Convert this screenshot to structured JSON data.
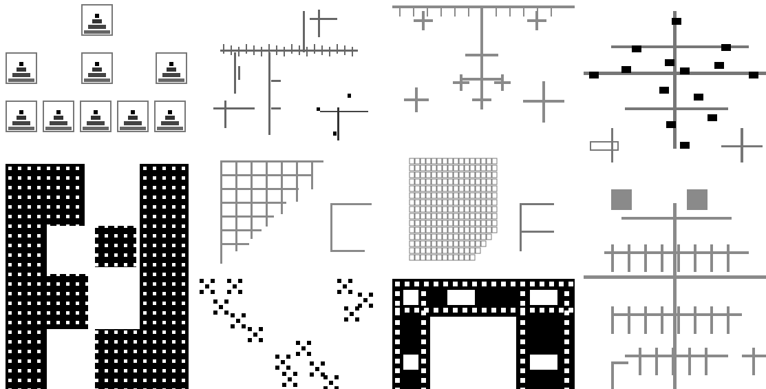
{
  "gallery": {
    "tiles": [
      {
        "id": "boxes-tree",
        "kind": "nested-substitution-boxes"
      },
      {
        "id": "branching-tree",
        "kind": "random-branching-fractal"
      },
      {
        "id": "cross-fractal",
        "kind": "gray-cross-fractal"
      },
      {
        "id": "black-gray-cross",
        "kind": "black-gray-cross-fractal"
      },
      {
        "id": "column-pattern",
        "kind": "black-column-pattern"
      },
      {
        "id": "staircase-tree",
        "kind": "staircase-branching"
      },
      {
        "id": "grid-triangle",
        "kind": "grid-triangle-fractal"
      },
      {
        "id": "gray-tree",
        "kind": "large-gray-cross-tree"
      },
      {
        "id": "diagonal-x",
        "kind": "diagonal-x-pattern"
      },
      {
        "id": "sierpinski-carpet",
        "kind": "carpet-fractal"
      }
    ],
    "colors": {
      "ink": "#000000",
      "gray": "#8a8a8a",
      "background": "#ffffff"
    }
  }
}
